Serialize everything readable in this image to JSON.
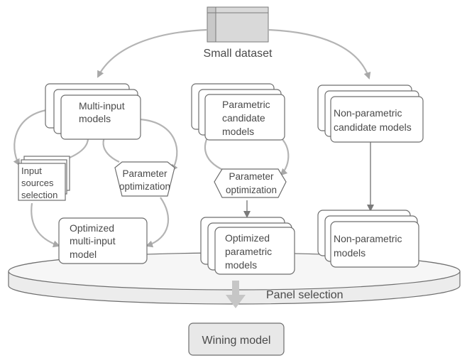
{
  "dataset_label": "Small dataset",
  "columns": {
    "multi_input": {
      "models_lines": [
        "Multi-input",
        "models"
      ],
      "input_sources_lines": [
        "Input",
        "sources",
        "selection"
      ],
      "param_opt_lines": [
        "Parameter",
        "optimization"
      ],
      "optimized_lines": [
        "Optimized",
        "multi-input",
        "model"
      ]
    },
    "parametric": {
      "models_lines": [
        "Parametric",
        "candidate",
        "models"
      ],
      "param_opt_lines": [
        "Parameter",
        "optimization"
      ],
      "optimized_lines": [
        "Optimized",
        "parametric",
        "models"
      ]
    },
    "non_parametric": {
      "models_lines": [
        "Non-parametric",
        "candidate models"
      ],
      "final_lines": [
        "Non-parametric",
        "models"
      ]
    }
  },
  "panel_label": "Panel selection",
  "winner_label": "Wining model",
  "colors": {
    "stroke": "#6e6e6e",
    "arrow": "#b4b4b4",
    "text": "#4a4a4a",
    "panel_fill": "#f3f3f3",
    "dataset_fill": "#d9d9d9",
    "winner_fill": "#e8e8e8"
  }
}
